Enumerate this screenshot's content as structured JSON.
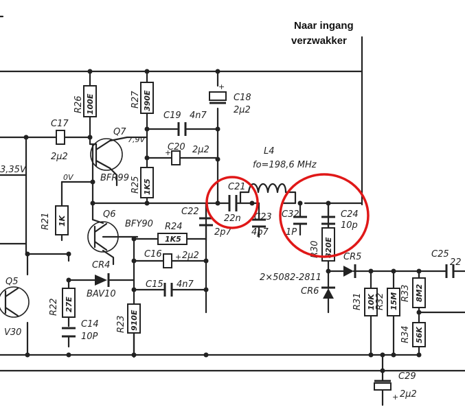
{
  "annotation": {
    "line1": "Naar ingang",
    "line2": "verzwakker"
  },
  "labels": {
    "r26": "R26",
    "r26_val": "100E",
    "r27": "R27",
    "r27_val": "390E",
    "r25": "R25",
    "r25_val": "1K5",
    "r21": "R21",
    "r21_val": "1K",
    "r24": "R24",
    "r24_val": "1K5",
    "r22": "R22",
    "r22_val": "27E",
    "r23": "R23",
    "r23_val": "910E",
    "r30": "R30",
    "r30_val": "820E",
    "r31": "R31",
    "r31_val": "10K",
    "r32": "R32",
    "r32_val": "15M",
    "r33": "R33",
    "r33_val": "8M2",
    "r34": "R34",
    "r34_val": "56K",
    "c17": "C17",
    "c17_val": "2µ2",
    "c18": "C18",
    "c18_val": "2µ2",
    "c19": "C19",
    "c19_val": "4n7",
    "c20": "C20",
    "c20_val": "2µ2",
    "c21": "C21",
    "c21_val": "22n",
    "c22": "C22",
    "c22_val": "2p7",
    "c23": "C23",
    "c23_val": "4p7",
    "c32": "C32",
    "c32_val": "1P",
    "c24": "C24",
    "c24_val": "10p",
    "c16": "C16",
    "c16_val": "2µ2",
    "c15": "C15",
    "c15_val": "4n7",
    "c14": "C14",
    "c14_val": "10P",
    "c25": "C25",
    "c25_val": "22",
    "c29": "C29",
    "c29_val": "2µ2",
    "l4": "L4",
    "l4_val": "fo=198,6 MHz",
    "q7": "Q7",
    "q7_type": "BFR99",
    "q6": "Q6",
    "q6_type": "BFY90",
    "q5": "Q5",
    "q5_type": "V30",
    "cr4": "CR4",
    "cr4_type": "BAV10",
    "cr5": "CR5",
    "cr6": "CR6",
    "diode_pair": "2×5082-2811",
    "v_79": "7,9V",
    "v_0": "0V",
    "v_335": "3,35V",
    "plus": "+"
  }
}
